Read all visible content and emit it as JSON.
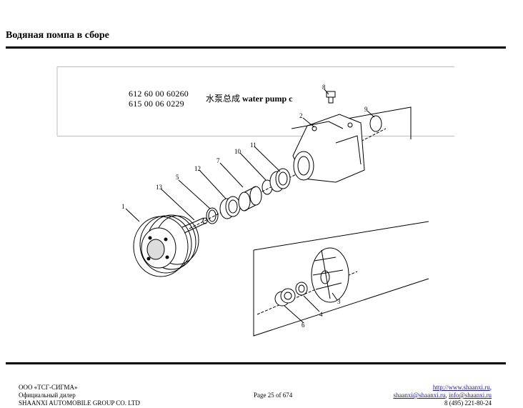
{
  "header": {
    "title": "Водяная помпа в сборе"
  },
  "drawing": {
    "part_number_1": "612 60 00 60260",
    "part_number_2": "615 00 06 0229",
    "caption_cn": "水泵总成",
    "caption_en": "water pump c",
    "callouts": [
      "1",
      "2",
      "3",
      "4",
      "5",
      "6",
      "7",
      "8",
      "9",
      "10",
      "11",
      "12",
      "13"
    ]
  },
  "footer": {
    "company": "ООО «ТСГ-СИГМА»",
    "dealer": "Официальный дилер",
    "group": "SHAANXI AUTOMOBILE GROUP CO. LTD",
    "page": "Page 25 of 674",
    "site": "http://www.shaanxi.ru",
    "email1": "shaanxi@shaanxi.ru",
    "email2": "info@shaanxi.ru",
    "phone": "8 (495) 221-80-24"
  }
}
